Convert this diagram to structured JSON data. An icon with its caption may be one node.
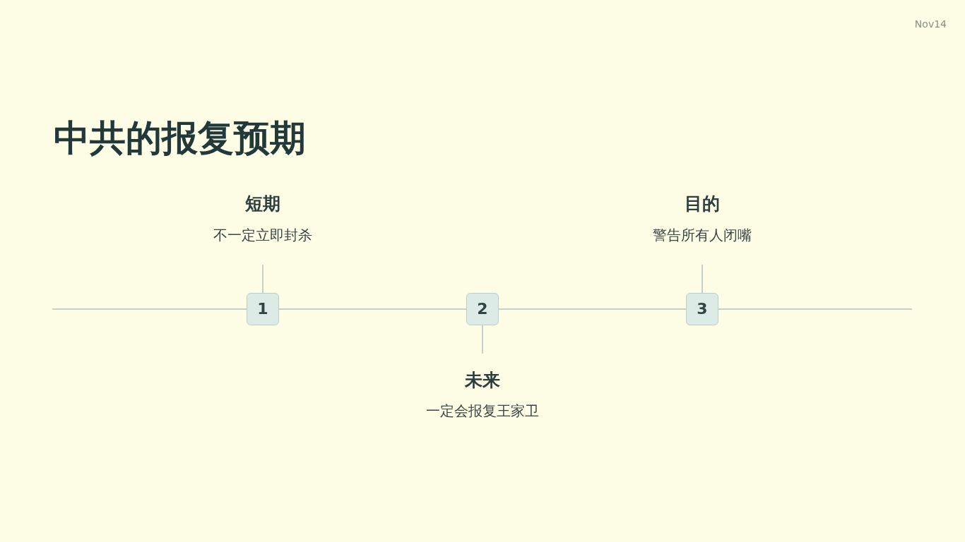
{
  "diagram": {
    "title": "中共的报复预期",
    "nodes": [
      {
        "text": [
          "短期",
          "不一定立即封杀"
        ]
      },
      {
        "text": [
          "目的",
          "警告所有人闭嘴"
        ]
      },
      {
        "text": [
          "1"
        ]
      },
      {
        "text": [
          "2"
        ]
      },
      {
        "text": [
          "3"
        ]
      },
      {
        "text": [
          "未来",
          "一定会报复王家卫"
        ]
      }
    ],
    "edges": [
      {
        "from": 2,
        "to": 0,
        "arrow": "none"
      },
      {
        "from": 4,
        "to": 1,
        "arrow": "none"
      },
      {
        "from": null,
        "to": 2,
        "arrow": "none"
      },
      {
        "from": 2,
        "to": 3,
        "arrow": "none"
      },
      {
        "from": 3,
        "to": 4,
        "arrow": "none"
      },
      {
        "from": 4,
        "to": null,
        "arrow": "none"
      },
      {
        "from": 3,
        "to": 5,
        "arrow": "none"
      }
    ],
    "labels": [
      "Nov14"
    ]
  }
}
